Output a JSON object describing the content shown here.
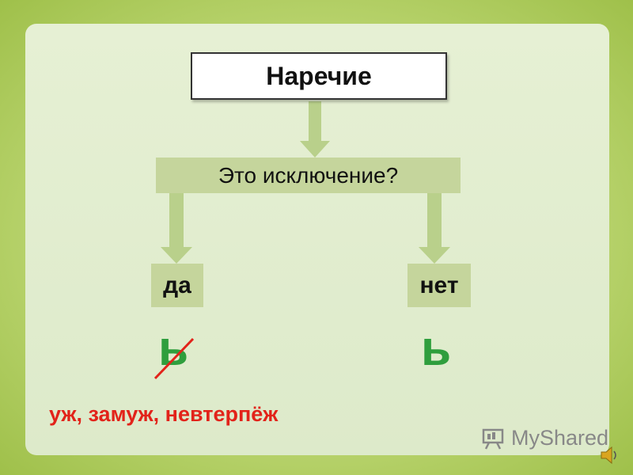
{
  "diagram": {
    "root": "Наречие",
    "question": "Это  исключение?",
    "branches": [
      {
        "answer": "да",
        "sign": "ь",
        "crossed": true,
        "examples": "уж, замуж, невтерпёж"
      },
      {
        "answer": "нет",
        "sign": "ь",
        "crossed": false
      }
    ]
  },
  "watermark": "MyShared",
  "colors": {
    "sign": "#2f9e3d",
    "examples": "#e2231a",
    "box_fill": "#c5d59c",
    "arrow": "#b9d08b"
  }
}
